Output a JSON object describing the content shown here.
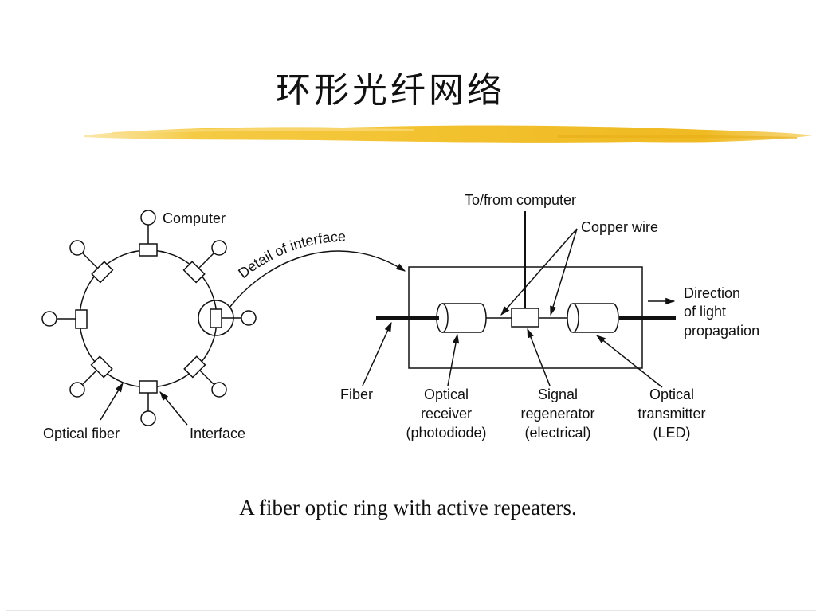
{
  "slide": {
    "title": "环形光纤网络",
    "caption": "A fiber optic ring with active repeaters.",
    "accent_color": "#f2c12e"
  },
  "ring_diagram": {
    "labels": {
      "computer": "Computer",
      "optical_fiber": "Optical fiber",
      "interface": "Interface",
      "detail_of_interface": "Detail of interface"
    },
    "node_count": 8
  },
  "interface_detail": {
    "labels": {
      "to_from_computer": "To/from computer",
      "copper_wire": "Copper wire",
      "direction_line1": "Direction",
      "direction_line2": "of light",
      "direction_line3": "propagation",
      "fiber": "Fiber",
      "receiver_line1": "Optical",
      "receiver_line2": "receiver",
      "receiver_line3": "(photodiode)",
      "regenerator_line1": "Signal",
      "regenerator_line2": "regenerator",
      "regenerator_line3": "(electrical)",
      "transmitter_line1": "Optical",
      "transmitter_line2": "transmitter",
      "transmitter_line3": "(LED)"
    }
  }
}
